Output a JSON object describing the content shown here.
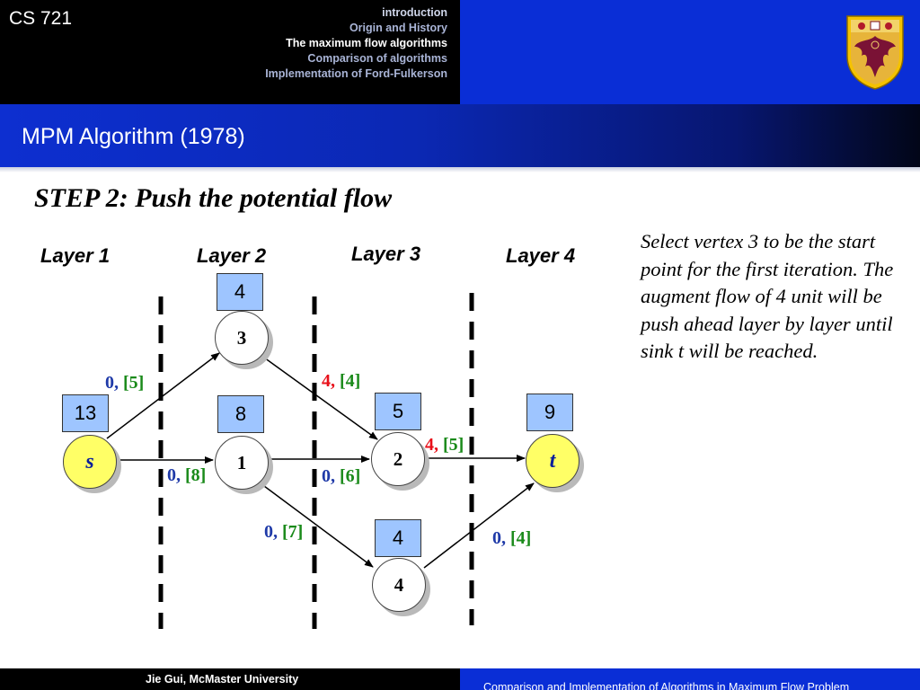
{
  "header": {
    "course": "CS 721",
    "nav": [
      {
        "label": "introduction",
        "state": "top"
      },
      {
        "label": "Origin and History",
        "state": "normal"
      },
      {
        "label": "The maximum flow algorithms",
        "state": "active"
      },
      {
        "label": "Comparison of algorithms",
        "state": "normal"
      },
      {
        "label": "Implementation of Ford-Fulkerson",
        "state": "normal"
      }
    ]
  },
  "slide": {
    "title": "MPM Algorithm (1978)",
    "step": "STEP 2: Push the potential flow",
    "description": "Select vertex 3 to be the start point for the first iteration. The augment flow of 4 unit will be push ahead layer by layer until sink t will be reached."
  },
  "diagram": {
    "layers": [
      "Layer 1",
      "Layer 2",
      "Layer 3",
      "Layer 4"
    ],
    "nodes": {
      "s": {
        "label": "s",
        "potential": "13"
      },
      "n3": {
        "label": "3",
        "potential": "4"
      },
      "n1": {
        "label": "1",
        "potential": "8"
      },
      "n2": {
        "label": "2",
        "potential": "5"
      },
      "n4": {
        "label": "4",
        "potential": "4"
      },
      "t": {
        "label": "t",
        "potential": "9"
      }
    },
    "edges": {
      "s_3": {
        "flow": "0,",
        "cap": "[5]"
      },
      "s_1": {
        "flow": "0,",
        "cap": "[8]"
      },
      "n3_2": {
        "flow": "4,",
        "cap": "[4]"
      },
      "n1_2": {
        "flow": "0,",
        "cap": "[6]"
      },
      "n1_4": {
        "flow": "0,",
        "cap": "[7]"
      },
      "n2_t": {
        "flow": "4,",
        "cap": "[5]"
      },
      "n4_t": {
        "flow": "0,",
        "cap": "[4]"
      }
    },
    "colors": {
      "flow": "#1f3aa8",
      "flow_active": "#e8101a",
      "capacity": "#1a8a1a",
      "potential_box": "#9ec5ff",
      "source_sink": "#ffff66"
    }
  },
  "footer": {
    "author": "Jie Gui,   McMaster University",
    "talk": "Comparison and Implementation of Algorithms in Maximum Flow Problem"
  }
}
